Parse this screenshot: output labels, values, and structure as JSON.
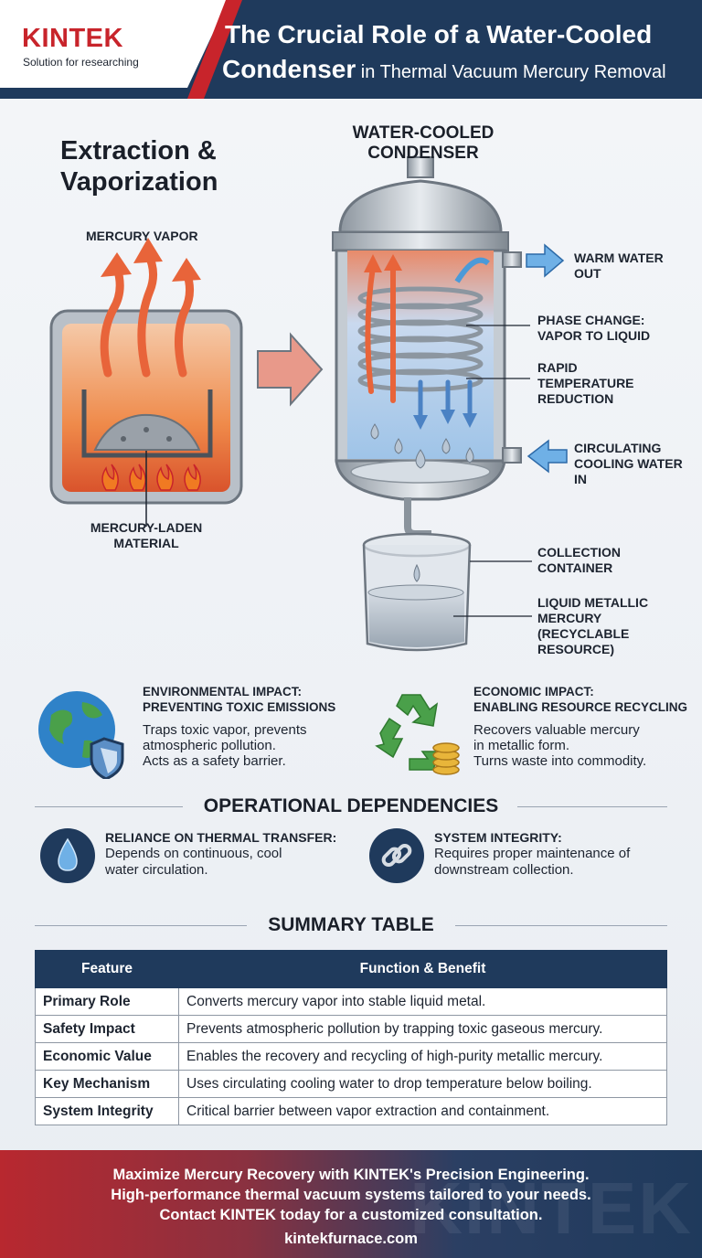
{
  "header": {
    "brand": "KINTEK",
    "tagline": "Solution for researching",
    "title_line1": "The Crucial Role of a Water-Cooled",
    "title_line2_main": "Condenser",
    "title_line2_sub": " in Thermal Vacuum Mercury Removal"
  },
  "diagram": {
    "extraction_title": "Extraction & Vaporization",
    "condenser_title": "WATER-COOLED CONDENSER",
    "labels": {
      "mercury_vapor": "MERCURY VAPOR",
      "mercury_laden": "MERCURY-LADEN MATERIAL",
      "warm_water_out": "WARM WATER OUT",
      "phase_change": "PHASE CHANGE: VAPOR TO LIQUID",
      "rapid_temp": "RAPID TEMPERATURE REDUCTION",
      "cooling_water_in": "CIRCULATING COOLING WATER IN",
      "collection": "COLLECTION CONTAINER",
      "liquid_mercury": "LIQUID METALLIC MERCURY (RECYCLABLE RESOURCE)"
    }
  },
  "impacts": [
    {
      "icon": "globe-shield-icon",
      "title_line1": "ENVIRONMENTAL IMPACT:",
      "title_line2": "PREVENTING TOXIC EMISSIONS",
      "text_line1": "Traps toxic vapor, prevents",
      "text_line2": "atmospheric pollution.",
      "text_line3": "Acts as a safety barrier."
    },
    {
      "icon": "recycle-coins-icon",
      "title_line1": "ECONOMIC IMPACT:",
      "title_line2": "ENABLING RESOURCE RECYCLING",
      "text_line1": "Recovers valuable mercury",
      "text_line2": "in metallic form.",
      "text_line3": "Turns waste into commodity."
    }
  ],
  "operational": {
    "heading": "OPERATIONAL DEPENDENCIES",
    "items": [
      {
        "icon": "water-drop-icon",
        "title": "RELIANCE ON THERMAL TRANSFER:",
        "text_line1": "Depends on continuous, cool",
        "text_line2": "water circulation."
      },
      {
        "icon": "chain-link-icon",
        "title": "SYSTEM INTEGRITY:",
        "text_line1": "Requires proper maintenance of",
        "text_line2": "downstream collection."
      }
    ]
  },
  "summary": {
    "heading": "SUMMARY TABLE",
    "columns": [
      "Feature",
      "Function & Benefit"
    ],
    "rows": [
      [
        "Primary Role",
        "Converts mercury vapor into stable liquid metal."
      ],
      [
        "Safety Impact",
        "Prevents atmospheric pollution by trapping toxic gaseous mercury."
      ],
      [
        "Economic Value",
        "Enables the recovery and recycling of high-purity metallic mercury."
      ],
      [
        "Key Mechanism",
        "Uses circulating cooling water to drop temperature below boiling."
      ],
      [
        "System Integrity",
        "Critical barrier between vapor extraction and containment."
      ]
    ]
  },
  "footer": {
    "line1": "Maximize Mercury Recovery with KINTEK's Precision Engineering.",
    "line2": "High-performance thermal vacuum systems tailored to your needs.",
    "line3": "Contact KINTEK today for a customized consultation.",
    "url": "kintekfurnace.com",
    "watermark": "KINTEK"
  },
  "colors": {
    "navy": "#1f3a5c",
    "brand_red": "#c8242b",
    "vapor_orange": "#e8643a",
    "cooling_blue": "#3f8fd2"
  }
}
